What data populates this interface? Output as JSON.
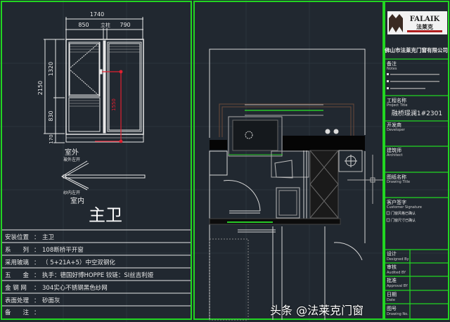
{
  "colors": {
    "background": "#212830",
    "frame": "#22d622",
    "line": "#e8e8e8",
    "dimension": "#e02030",
    "green_line": "#28c828"
  },
  "elevation": {
    "dim_total_width": "1740",
    "dim_left": "850",
    "dim_mullion": "立柱",
    "dim_right": "790",
    "dim_total_height": "2150",
    "dim_upper": "1320",
    "dim_lower": "830",
    "dim_sill": "170",
    "dim_handle": "1550",
    "label_outside": "室外",
    "label_glass_open": "玻外左开",
    "label_screen_open": "纱内左开",
    "label_inside": "室内",
    "room_title": "主卫"
  },
  "spec_table": [
    {
      "label": "安装位置",
      "value": "主卫"
    },
    {
      "label": "系　　列",
      "value": "108断桥平开窗"
    },
    {
      "label": "采用玻璃",
      "value": "（ 5+21A+5）中空双钢化"
    },
    {
      "label": "五　　金",
      "value": "执手：德国好博HOPPE 铰链：SI丝吉利娅"
    },
    {
      "label": "金 钢 网",
      "value": "304实心不锈钢黑色纱网"
    },
    {
      "label": "表面处理",
      "value": "砂面灰"
    },
    {
      "label": "备　　注",
      "value": ""
    }
  ],
  "spec_sep": "：",
  "title_block": {
    "logo_brand": "FALAIK",
    "logo_cn": "法莱克",
    "company": "佛山市法莱克门窗有限公司",
    "notes_label": "备注",
    "notes_label_en": "Notes",
    "project_label": "工程名称",
    "project_label_en": "Project Title",
    "project_name": "融桥璟澜1#2301",
    "developer_label": "开发商",
    "developer_label_en": "Developer",
    "architect_label": "建筑师",
    "architect_label_en": "Architect",
    "drawing_title_label": "图纸名称",
    "drawing_title_label_en": "Drawing Title",
    "customer_label": "客户签字",
    "customer_label_en": "Customer Signature",
    "confirm_style": "门窗风格已确认",
    "confirm_size": "门窗尺寸已确认",
    "designed_label": "设计",
    "designed_label_en": "Designed By",
    "audited_label": "审核",
    "audited_label_en": "Audited BY",
    "approved_label": "批准",
    "approved_label_en": "Approval BY",
    "date_label": "日期",
    "date_label_en": "Date",
    "drawing_no_label": "图号",
    "drawing_no_label_en": "Drawing No."
  },
  "watermark": "头条 @法莱克门窗"
}
